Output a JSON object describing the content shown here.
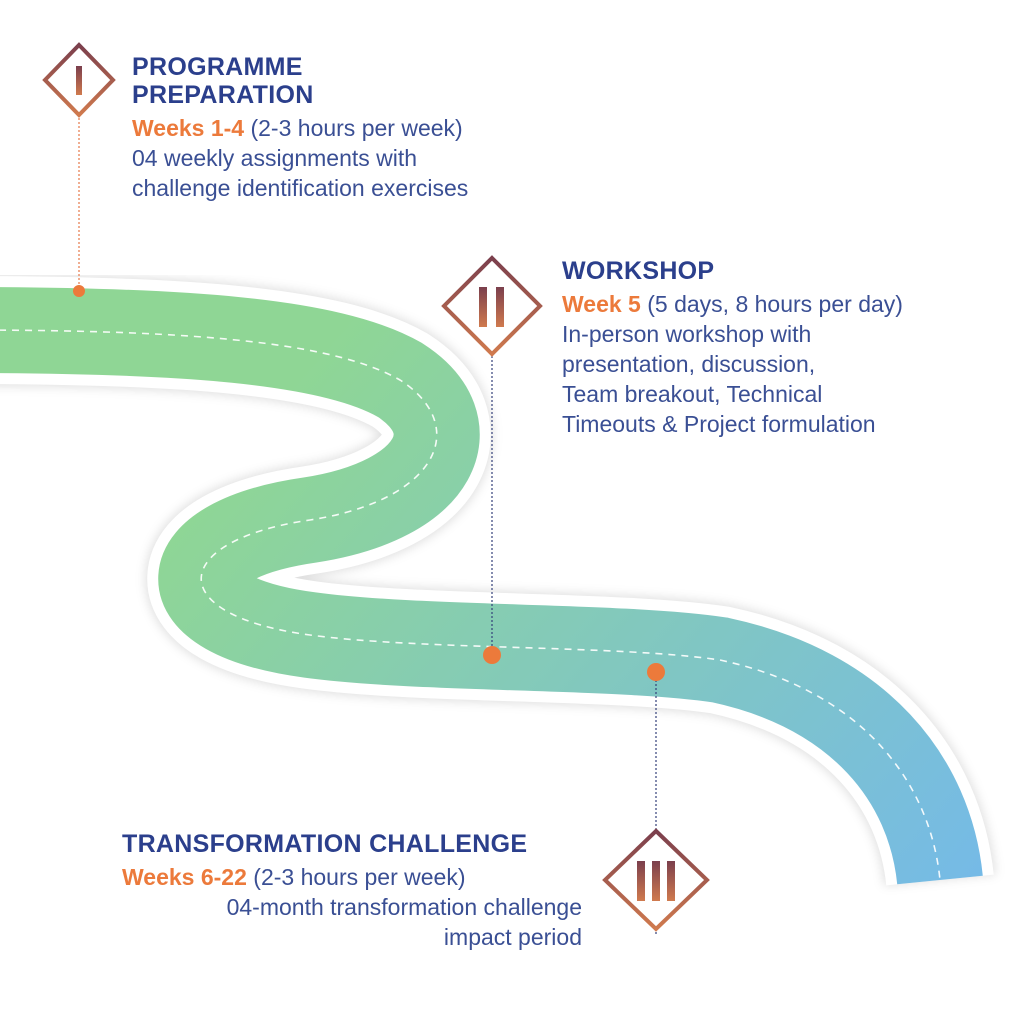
{
  "colors": {
    "title": "#2b3f8c",
    "accent": "#ec7a3b",
    "text": "#3a4f94",
    "road_start": "#8fd695",
    "road_end": "#74b9ea",
    "marker_dark": "#7b3f4d",
    "marker_light": "#d07a4e"
  },
  "stages": [
    {
      "numeral": "I",
      "title_line1": "PROGRAMME",
      "title_line2": "PREPARATION",
      "weeks": "Weeks 1-4",
      "weeks_detail": "(2-3 hours per week)",
      "description": [
        "04 weekly assignments with",
        "challenge identification exercises"
      ]
    },
    {
      "numeral": "II",
      "title_line1": "WORKSHOP",
      "weeks": "Week 5",
      "weeks_detail": "(5 days, 8 hours per day)",
      "description": [
        "In-person workshop with",
        "presentation, discussion,",
        "Team breakout, Technical",
        "Timeouts & Project formulation"
      ]
    },
    {
      "numeral": "III",
      "title_line1": "TRANSFORMATION CHALLENGE",
      "weeks": "Weeks 6-22",
      "weeks_detail": " (2-3 hours per week)",
      "description": [
        "04-month transformation challenge",
        "impact period"
      ]
    }
  ]
}
